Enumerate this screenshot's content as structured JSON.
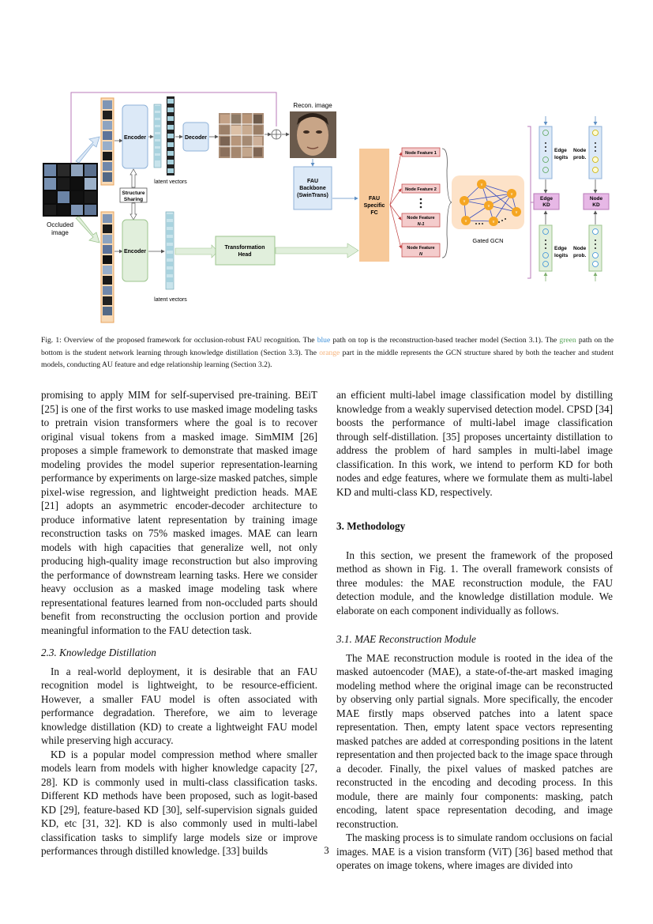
{
  "figure": {
    "occluded_label": [
      "Occluded",
      "image"
    ],
    "encoder_label": "Encoder",
    "decoder_label": "Decoder",
    "recon_label": "Recon. image",
    "latent_label": "latent vectors",
    "structure_label": [
      "Structure",
      "Sharing"
    ],
    "backbone_label": [
      "FAU",
      "Backbone",
      "(SwinTrans)"
    ],
    "fc_label": [
      "FAU",
      "Specific",
      "FC"
    ],
    "transformation_label": [
      "Transformation",
      "Head"
    ],
    "node_features": [
      "Node Feature 1",
      "Node Feature 2",
      "Node Feature",
      "N-1",
      "Node Feature",
      "N"
    ],
    "gcn_label": "Gated GCN",
    "edge_kd": [
      "Edge",
      "KD"
    ],
    "node_kd": [
      "Node",
      "KD"
    ],
    "edge_logits": [
      "Edge",
      "logits"
    ],
    "node_prob": [
      "Node",
      "prob."
    ],
    "colors": {
      "blue_fill": "#dce9f7",
      "blue_stroke": "#8fb2d8",
      "green_fill": "#e1efdc",
      "green_stroke": "#9dc48e",
      "orange": "#f7c99a",
      "pink": "#f4cccc",
      "purple": "#b87ab8"
    }
  },
  "caption": {
    "part1": "Fig. 1: Overview of the proposed framework for occlusion-robust FAU recognition. The ",
    "blue": "blue",
    "part2": " path on top is the reconstruction-based teacher model (Section 3.1). The ",
    "green": "green",
    "part3": " path on the bottom is the student network learning through knowledge distillation (Section 3.3). The ",
    "orange": "orange",
    "part4": " part in the middle represents the GCN structure shared by both the teacher and student models, conducting AU feature and edge relationship learning (Section 3.2)."
  },
  "left_column": {
    "p1": "promising to apply MIM for self-supervised pre-training. BEiT [25] is one of the first works to use masked image modeling tasks to pretrain vision transformers where the goal is to recover original visual tokens from a masked image. SimMIM [26] proposes a simple framework to demonstrate that masked image modeling provides the model superior representation-learning performance by experiments on large-size masked patches, simple pixel-wise regression, and lightweight prediction heads. MAE [21] adopts an asymmetric encoder-decoder architecture to produce informative latent representation by training image reconstruction tasks on 75% masked images. MAE can learn models with high capacities that generalize well, not only producing high-quality image reconstruction but also improving the performance of downstream learning tasks. Here we consider heavy occlusion as a masked image modeling task where representational features learned from non-occluded parts should benefit from reconstructing the occlusion portion and provide meaningful information to the FAU detection task.",
    "heading": "2.3. Knowledge Distillation",
    "p2": "In a real-world deployment, it is desirable that an FAU recognition model is lightweight, to be resource-efficient. However, a smaller FAU model is often associated with performance degradation. Therefore, we aim to leverage knowledge distillation (KD) to create a lightweight FAU model while preserving high accuracy.",
    "p3": "KD is a popular model compression method where smaller models learn from models with higher knowledge capacity [27, 28]. KD is commonly used in multi-class classification tasks. Different KD methods have been proposed, such as logit-based KD [29], feature-based KD [30], self-supervision signals guided KD, etc [31, 32]. KD is also commonly used in multi-label classification tasks to simplify large models size or improve performances through distilled knowledge. [33] builds"
  },
  "right_column": {
    "p1": "an efficient multi-label image classification model by distilling knowledge from a weakly supervised detection model. CPSD [34] boosts the performance of multi-label image classification through self-distillation. [35] proposes uncertainty distillation to address the problem of hard samples in multi-label image classification. In this work, we intend to perform KD for both nodes and edge features, where we formulate them as multi-label KD and multi-class KD, respectively.",
    "section_heading": "3. Methodology",
    "p2": "In this section, we present the framework of the proposed method as shown in Fig. 1. The overall framework consists of three modules: the MAE reconstruction module, the FAU detection module, and the knowledge distillation module. We elaborate on each component individually as follows.",
    "subheading": "3.1. MAE Reconstruction Module",
    "p3": "The MAE reconstruction module is rooted in the idea of the masked autoencoder (MAE), a state-of-the-art masked imaging modeling method where the original image can be reconstructed by observing only partial signals. More specifically, the encoder MAE firstly maps observed patches into a latent space representation. Then, empty latent space vectors representing masked patches are added at corresponding positions in the latent representation and then projected back to the image space through a decoder. Finally, the pixel values of masked patches are reconstructed in the encoding and decoding process. In this module, there are mainly four components: masking, patch encoding, latent space representation decoding, and image reconstruction.",
    "p4": "The masking process is to simulate random occlusions on facial images. MAE is a vision transform (ViT) [36] based method that operates on image tokens, where images are divided into"
  },
  "page_number": "3"
}
